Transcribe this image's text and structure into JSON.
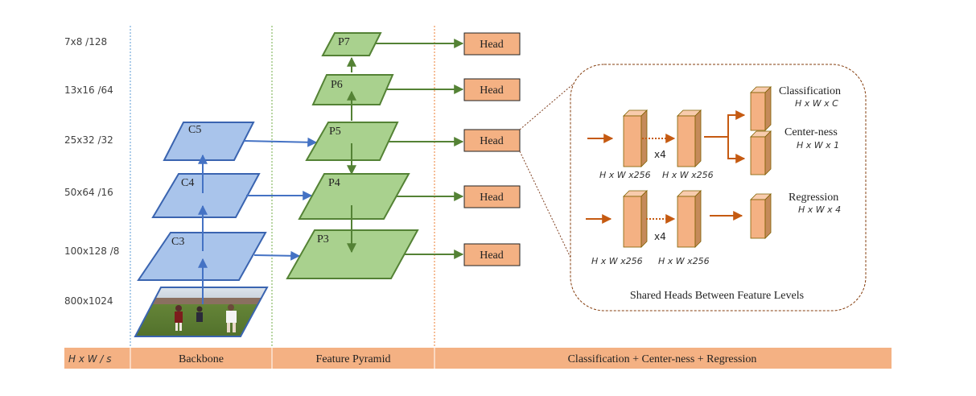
{
  "scale_labels": [
    "7x8  /128",
    "13x16  /64",
    "25x32  /32",
    "50x64  /16",
    "100x128  /8",
    "800x1024"
  ],
  "backbone_levels": [
    "C5",
    "C4",
    "C3"
  ],
  "pyramid_levels": [
    "P7",
    "P6",
    "P5",
    "P4",
    "P3"
  ],
  "head_label": "Head",
  "heads": [
    "Head",
    "Head",
    "Head",
    "Head",
    "Head"
  ],
  "detail": {
    "classification": "Classification",
    "classification_dim": "H x W x C",
    "centerness": "Center-ness",
    "centerness_dim": "H x W x 1",
    "regression": "Regression",
    "regression_dim": "H x W x 4",
    "feat_dims": [
      "H x W x256",
      "H x W x256",
      "H x W x256",
      "H x W x256"
    ],
    "repeat": [
      "x4",
      "x4"
    ],
    "caption": "Shared Heads Between Feature Levels"
  },
  "bottom_bar": {
    "scale": "H x W  / s",
    "backbone": "Backbone",
    "pyramid": "Feature Pyramid",
    "heads": "Classification + Center-ness + Regression"
  },
  "colors": {
    "backbone_fill": "#a9c4eb",
    "backbone_stroke": "#3a64b0",
    "pyramid_fill": "#a9d18e",
    "pyramid_stroke": "#548235",
    "head_fill": "#f4b183",
    "bar_fill": "#f4b183",
    "arrow_orange": "#c55a11"
  }
}
